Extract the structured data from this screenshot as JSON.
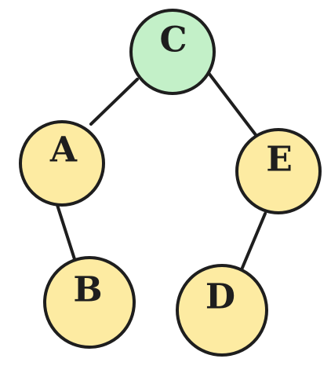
{
  "colors": {
    "root_fill": "#c3f0c8",
    "node_fill": "#fdeba2",
    "stroke": "#1e1e1e",
    "background": "#ffffff"
  },
  "tree": {
    "nodes": [
      {
        "id": "C",
        "label": "C",
        "role": "root"
      },
      {
        "id": "A",
        "label": "A",
        "role": "child"
      },
      {
        "id": "E",
        "label": "E",
        "role": "child"
      },
      {
        "id": "B",
        "label": "B",
        "role": "child"
      },
      {
        "id": "D",
        "label": "D",
        "role": "child"
      }
    ],
    "edges": [
      {
        "from": "C",
        "to": "A"
      },
      {
        "from": "C",
        "to": "E"
      },
      {
        "from": "A",
        "to": "B"
      },
      {
        "from": "E",
        "to": "D"
      }
    ]
  }
}
